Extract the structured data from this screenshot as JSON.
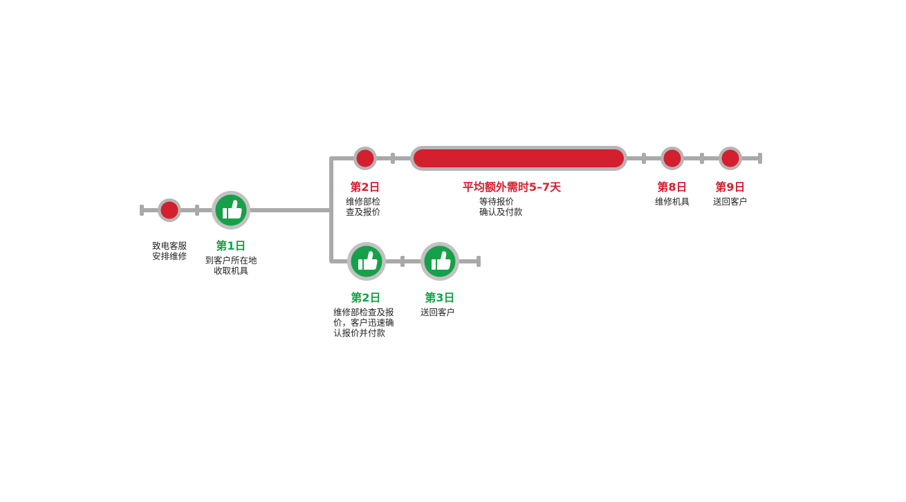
{
  "colors": {
    "track": "#a9a9a9",
    "red": "#d41f2e",
    "green": "#17a04a",
    "ring": "#b5b5b5"
  },
  "steps": {
    "call": {
      "desc_line1": "致电客服",
      "desc_line2": "安排维修"
    },
    "day1": {
      "title": "第1日",
      "desc_line1": "到客户所在地",
      "desc_line2": "收取机具",
      "icon": "thumbs-up-icon"
    },
    "upper_day2": {
      "title": "第2日",
      "desc_line1": "维修部检",
      "desc_line2": "查及报价"
    },
    "upper_wait": {
      "title": "平均额外需时5–7天",
      "desc_line1": "等待报价",
      "desc_line2": "确认及付款"
    },
    "upper_day8": {
      "title": "第8日",
      "desc_line1": "维修机具"
    },
    "upper_day9": {
      "title": "第9日",
      "desc_line1": "送回客户"
    },
    "lower_day2": {
      "title": "第2日",
      "desc_line1": "维修部检查及报",
      "desc_line2": "价，客户迅速确",
      "desc_line3": "认报价并付款",
      "icon": "thumbs-up-icon"
    },
    "lower_day3": {
      "title": "第3日",
      "desc_line1": "送回客户",
      "icon": "thumbs-up-icon"
    }
  }
}
